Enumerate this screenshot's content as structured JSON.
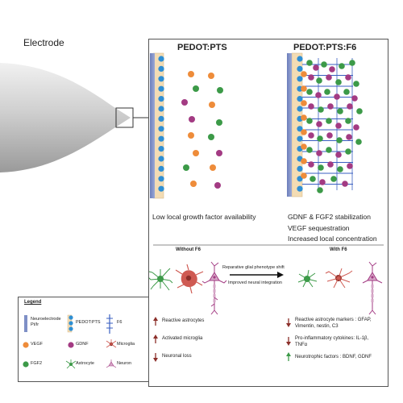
{
  "electrode_label": "Electrode",
  "left_panel": {
    "title": "PEDOT:PTS",
    "caption": "Low local growth factor availability"
  },
  "right_panel": {
    "title": "PEDOT:PTS:F6",
    "captions": [
      "GDNF & FGF2 stabilization",
      "VEGF sequestration",
      "Increased local concentration"
    ]
  },
  "comparison": {
    "without_title": "Without F6",
    "with_title": "With F6",
    "arrow_top": "Reparative glial phenotype shift",
    "arrow_bottom": "Improved neural integration",
    "without_items": [
      "Reactive astrocytes",
      "Activated microglia",
      "Neuronal loss"
    ],
    "with_items": [
      [
        "Reactive astrocyte markers : GFAP,",
        "Vimentin, nestin, C3"
      ],
      [
        "Pro-inflammatory cytokines: IL-1β,",
        "TNFα"
      ],
      [
        "Neurotrophic factors : BDNF, GDNF"
      ]
    ]
  },
  "legend": {
    "title": "Legend",
    "items": {
      "neuroelectrode": [
        "Neuroelectrode",
        "Pt/Ir"
      ],
      "pedot": "PEDOT:PTS",
      "f6": "F6",
      "vegf": "VEGF",
      "gdnf": "GDNF",
      "microglia": "Microglia",
      "fgf2": "FGF2",
      "astrocyte": "Astrocyte",
      "neuron": "Neuron"
    }
  },
  "colors": {
    "vegf": "#ee8c3a",
    "gdnf": "#a33b83",
    "fgf2": "#3c9a48",
    "pedot": "#2e8fd4",
    "electrode": "#7f90c6",
    "f6": "#3a5fc0",
    "up_arrow": "#8c2f2a",
    "green_arrow": "#3c9a48"
  }
}
